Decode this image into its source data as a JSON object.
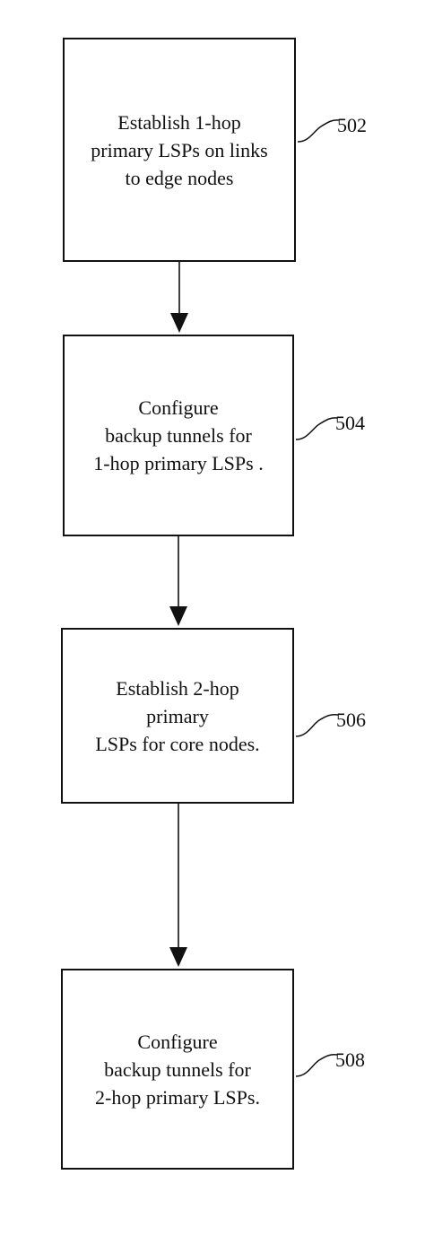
{
  "steps": [
    {
      "id": "502",
      "lines": [
        "Establish 1-hop",
        "primary LSPs on links",
        "to edge nodes"
      ],
      "ref": "502"
    },
    {
      "id": "504",
      "lines": [
        "Configure",
        "backup tunnels for",
        "1-hop primary LSPs ."
      ],
      "ref": "504"
    },
    {
      "id": "506",
      "lines": [
        "Establish 2-hop",
        "primary",
        "LSPs for core nodes."
      ],
      "ref": "506"
    },
    {
      "id": "508",
      "lines": [
        "Configure",
        "backup tunnels for",
        "2-hop primary LSPs."
      ],
      "ref": "508"
    }
  ],
  "colors": {
    "line": "#111111",
    "background": "#ffffff"
  }
}
